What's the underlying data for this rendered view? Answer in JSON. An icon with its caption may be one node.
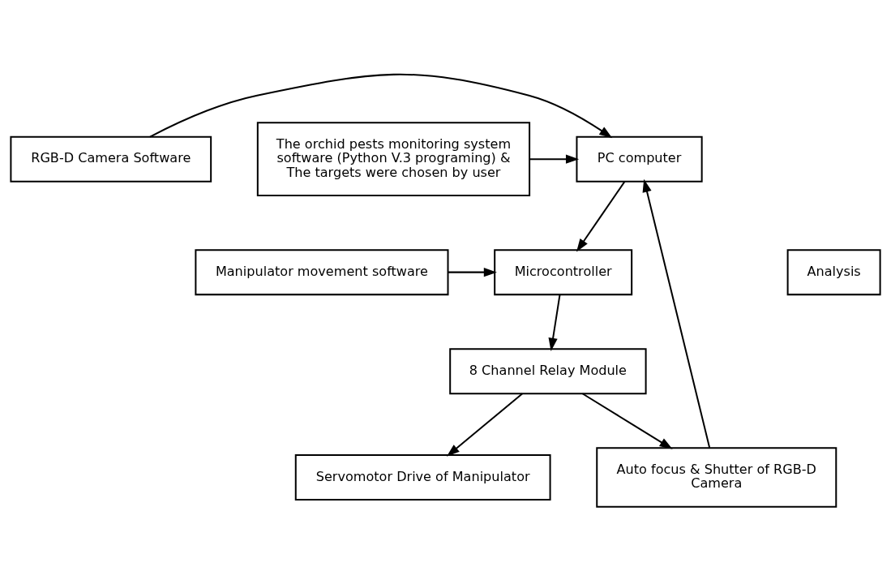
{
  "diagram": {
    "nodes": [
      {
        "text": [
          "RGB-D Camera Software"
        ]
      },
      {
        "text": [
          "PC computer"
        ]
      },
      {
        "text": [
          "The orchid pests monitoring system software (Python V.3 programing) & The targets were chosen by user"
        ]
      },
      {
        "text": [
          "Manipulator movement software"
        ]
      },
      {
        "text": [
          "Microcontroller"
        ]
      },
      {
        "text": [
          "Analysis"
        ]
      },
      {
        "text": [
          "8 Channel Relay Module"
        ]
      },
      {
        "text": [
          "Servomotor Drive of Manipulator"
        ]
      },
      {
        "text": [
          "Auto focus & Shutter of RGB-D Camera"
        ]
      }
    ],
    "edges": [
      {
        "from": 0,
        "to": 1,
        "arrow": "to"
      },
      {
        "from": 2,
        "to": 1,
        "arrow": "to"
      },
      {
        "from": 8,
        "to": 1,
        "arrow": "to"
      },
      {
        "from": 1,
        "to": 4,
        "arrow": "to"
      },
      {
        "from": 3,
        "to": 4,
        "arrow": "to"
      },
      {
        "from": 4,
        "to": 6,
        "arrow": "to"
      },
      {
        "from": 6,
        "to": 7,
        "arrow": "to"
      },
      {
        "from": 6,
        "to": 8,
        "arrow": "to"
      }
    ]
  }
}
